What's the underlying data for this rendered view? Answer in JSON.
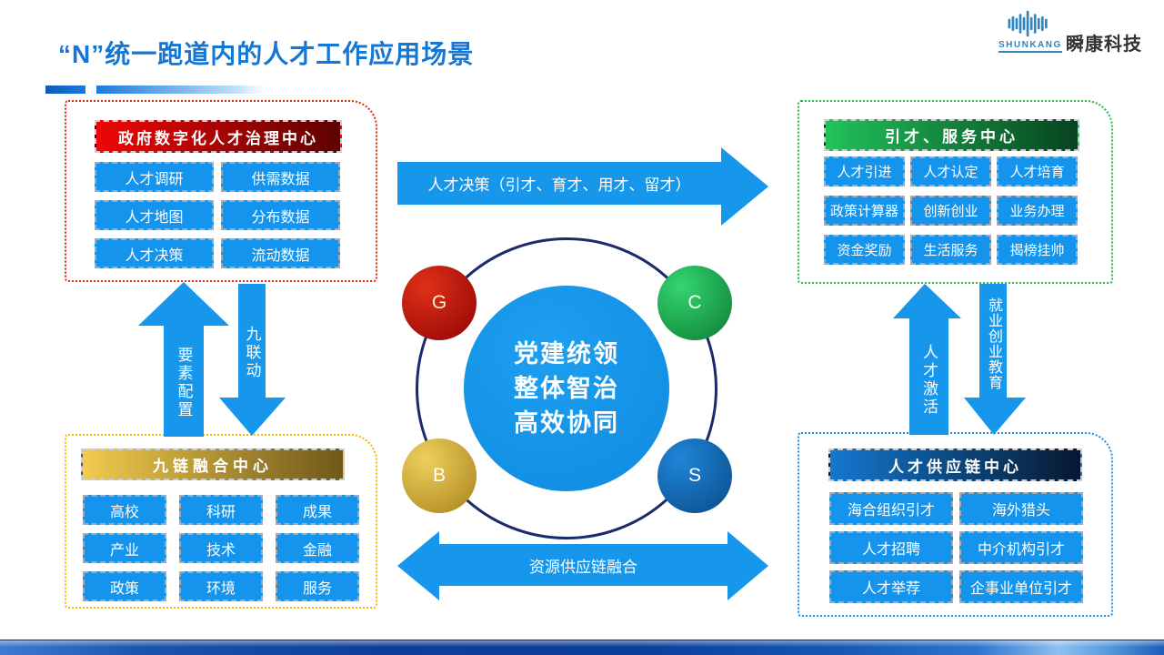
{
  "slide": {
    "title": "“N”统一跑道内的人才工作应用场景",
    "logo": {
      "wordmark": "ShunKang",
      "company": "瞬康科技"
    }
  },
  "colors": {
    "title_accent": "#1577d4",
    "arrow_blue": "#1697ec",
    "button_blue": "#1494ec",
    "ring_navy": "#1b2a6b",
    "box_border_gov": "#e8280a",
    "box_border_chain": "#f5b800",
    "box_border_service": "#28b44e",
    "box_border_supply": "#1e90e8",
    "header_gov_gradient": [
      "#f00606",
      "#5e0202"
    ],
    "header_chain_gradient": [
      "#f2cb4e",
      "#6f581a"
    ],
    "header_service_gradient": [
      "#21c35b",
      "#07431f"
    ],
    "header_supply_gradient": [
      "#1478cf",
      "#06182e"
    ],
    "footer_blue": "#0c3f9b"
  },
  "boxes": {
    "gov": {
      "header": "政府数字化人才治理中心",
      "items": [
        "人才调研",
        "供需数据",
        "人才地图",
        "分布数据",
        "人才决策",
        "流动数据"
      ]
    },
    "chain": {
      "header": "九链融合中心",
      "items": [
        "高校",
        "科研",
        "成果",
        "产业",
        "技术",
        "金融",
        "政策",
        "环境",
        "服务"
      ]
    },
    "service": {
      "header": "引才、服务中心",
      "items": [
        "人才引进",
        "人才认定",
        "人才培育",
        "政策计算器",
        "创新创业",
        "业务办理",
        "资金奖励",
        "生活服务",
        "揭榜挂帅"
      ]
    },
    "supply": {
      "header": "人才供应链中心",
      "items": [
        "海合组织引才",
        "海外猎头",
        "人才招聘",
        "中介机构引才",
        "人才举荐",
        "企事业单位引才"
      ]
    }
  },
  "center": {
    "lines": [
      "党建统领",
      "整体智治",
      "高效协同"
    ],
    "nodes": [
      {
        "label": "G",
        "light": "#e03018",
        "dark": "#8f0404",
        "text": "#fdf3cf"
      },
      {
        "label": "C",
        "light": "#33d66e",
        "dark": "#0e7a35",
        "text": "#ffffff"
      },
      {
        "label": "B",
        "light": "#eed05c",
        "dark": "#a8811e",
        "text": "#ffffff"
      },
      {
        "label": "S",
        "light": "#1f86d8",
        "dark": "#0a4a86",
        "text": "#ffffff"
      }
    ]
  },
  "arrows": {
    "top": "人才决策（引才、育才、用才、留才）",
    "bottom": "资源供应链融合",
    "left_up": "要素配置",
    "left_down": "九联动",
    "right_up": "人才激活",
    "right_down": "就业创业教育"
  }
}
